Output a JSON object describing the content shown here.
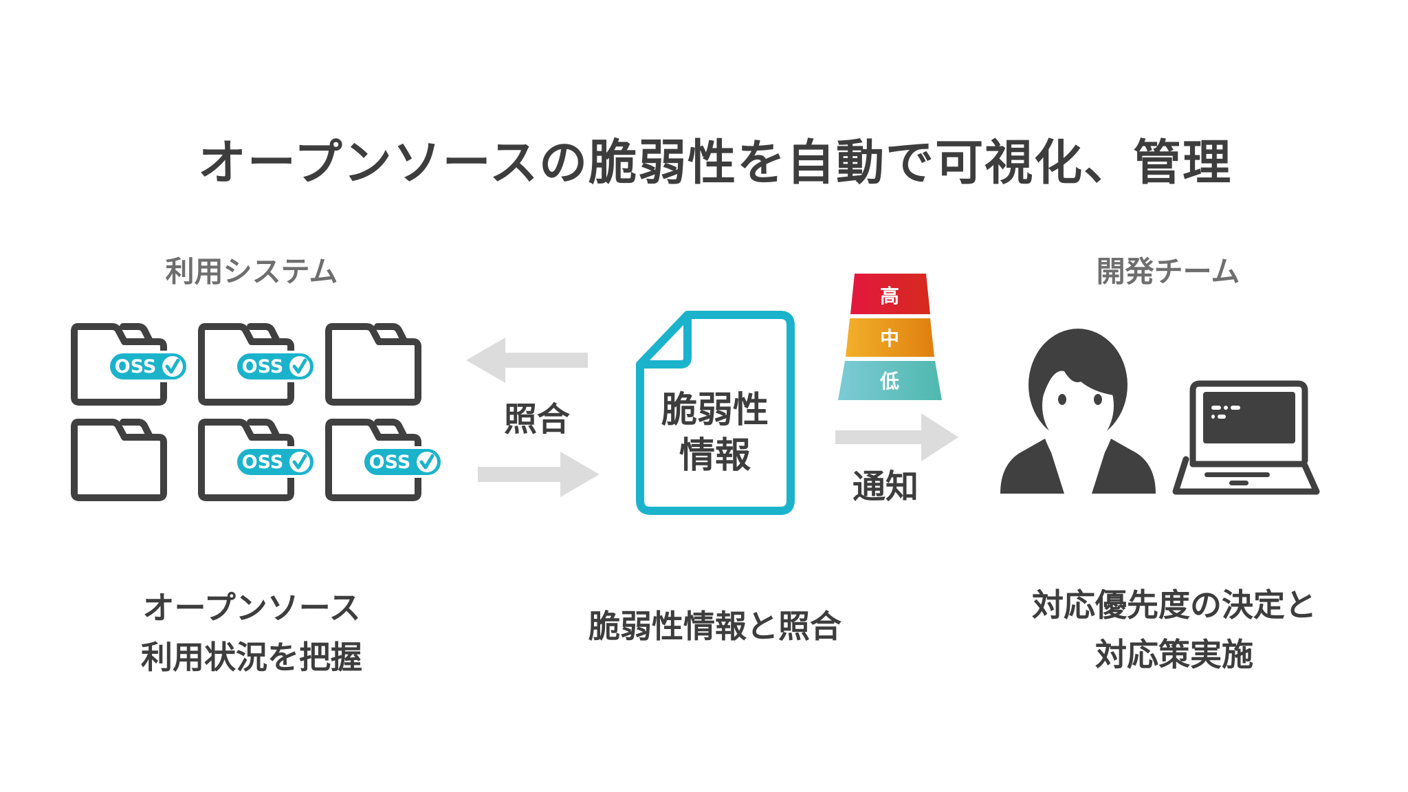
{
  "title": "オープンソースの脆弱性を自動で可視化、管理",
  "sections": {
    "left_label": "利用システム",
    "right_label": "開発チーム"
  },
  "folders": [
    {
      "has_oss": true
    },
    {
      "has_oss": true
    },
    {
      "has_oss": false
    },
    {
      "has_oss": false
    },
    {
      "has_oss": true
    },
    {
      "has_oss": true
    }
  ],
  "oss_badge": "OSS",
  "match_label": "照合",
  "document": {
    "line1": "脆弱性",
    "line2": "情報"
  },
  "severity": [
    {
      "label": "高",
      "color_from": "#e3173f",
      "color_to": "#d52b1e"
    },
    {
      "label": "中",
      "color_from": "#f2b02a",
      "color_to": "#df7f0f"
    },
    {
      "label": "低",
      "color_from": "#7ccbd5",
      "color_to": "#4fb8ae"
    }
  ],
  "notify_label": "通知",
  "captions": {
    "left": {
      "line1": "オープンソース",
      "line2": "利用状況を把握"
    },
    "center": "脆弱性情報と照合",
    "right": {
      "line1": "対応優先度の決定と",
      "line2": "対応策実施"
    }
  },
  "colors": {
    "accent": "#1bb3cc",
    "icon": "#404040",
    "arrow": "#dcdcdc"
  }
}
